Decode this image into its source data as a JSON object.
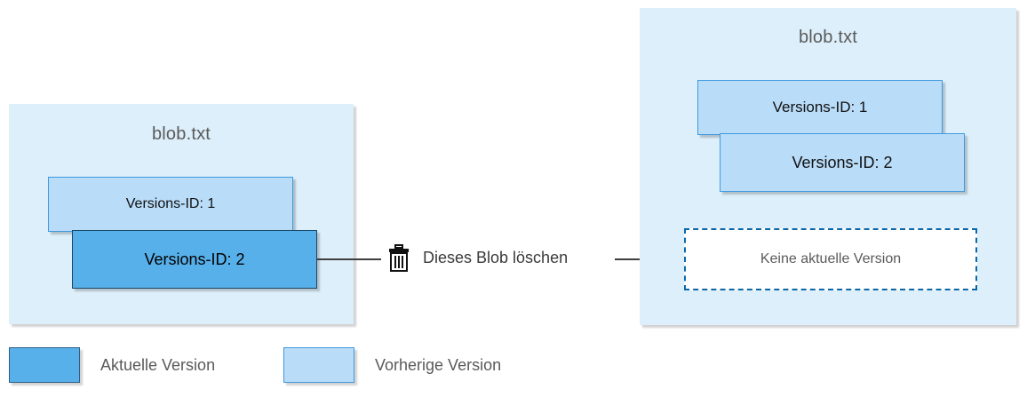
{
  "diagram": {
    "left_panel": {
      "title": "blob.txt",
      "boxes": [
        {
          "label": "Versions-ID: 1",
          "state": "previous"
        },
        {
          "label": "Versions-ID: 2",
          "state": "current"
        }
      ]
    },
    "right_panel": {
      "title": "blob.txt",
      "boxes": [
        {
          "label": "Versions-ID: 1",
          "state": "previous"
        },
        {
          "label": "Versions-ID: 2",
          "state": "previous"
        }
      ],
      "empty_marker": "Keine aktuelle Version"
    },
    "action": {
      "icon": "trash-icon",
      "label": "Dieses Blob löschen"
    },
    "legend": [
      {
        "label": "Aktuelle Version",
        "color": "#57b0ea"
      },
      {
        "label": "Vorherige Version",
        "color": "#b9dcf8"
      }
    ]
  }
}
